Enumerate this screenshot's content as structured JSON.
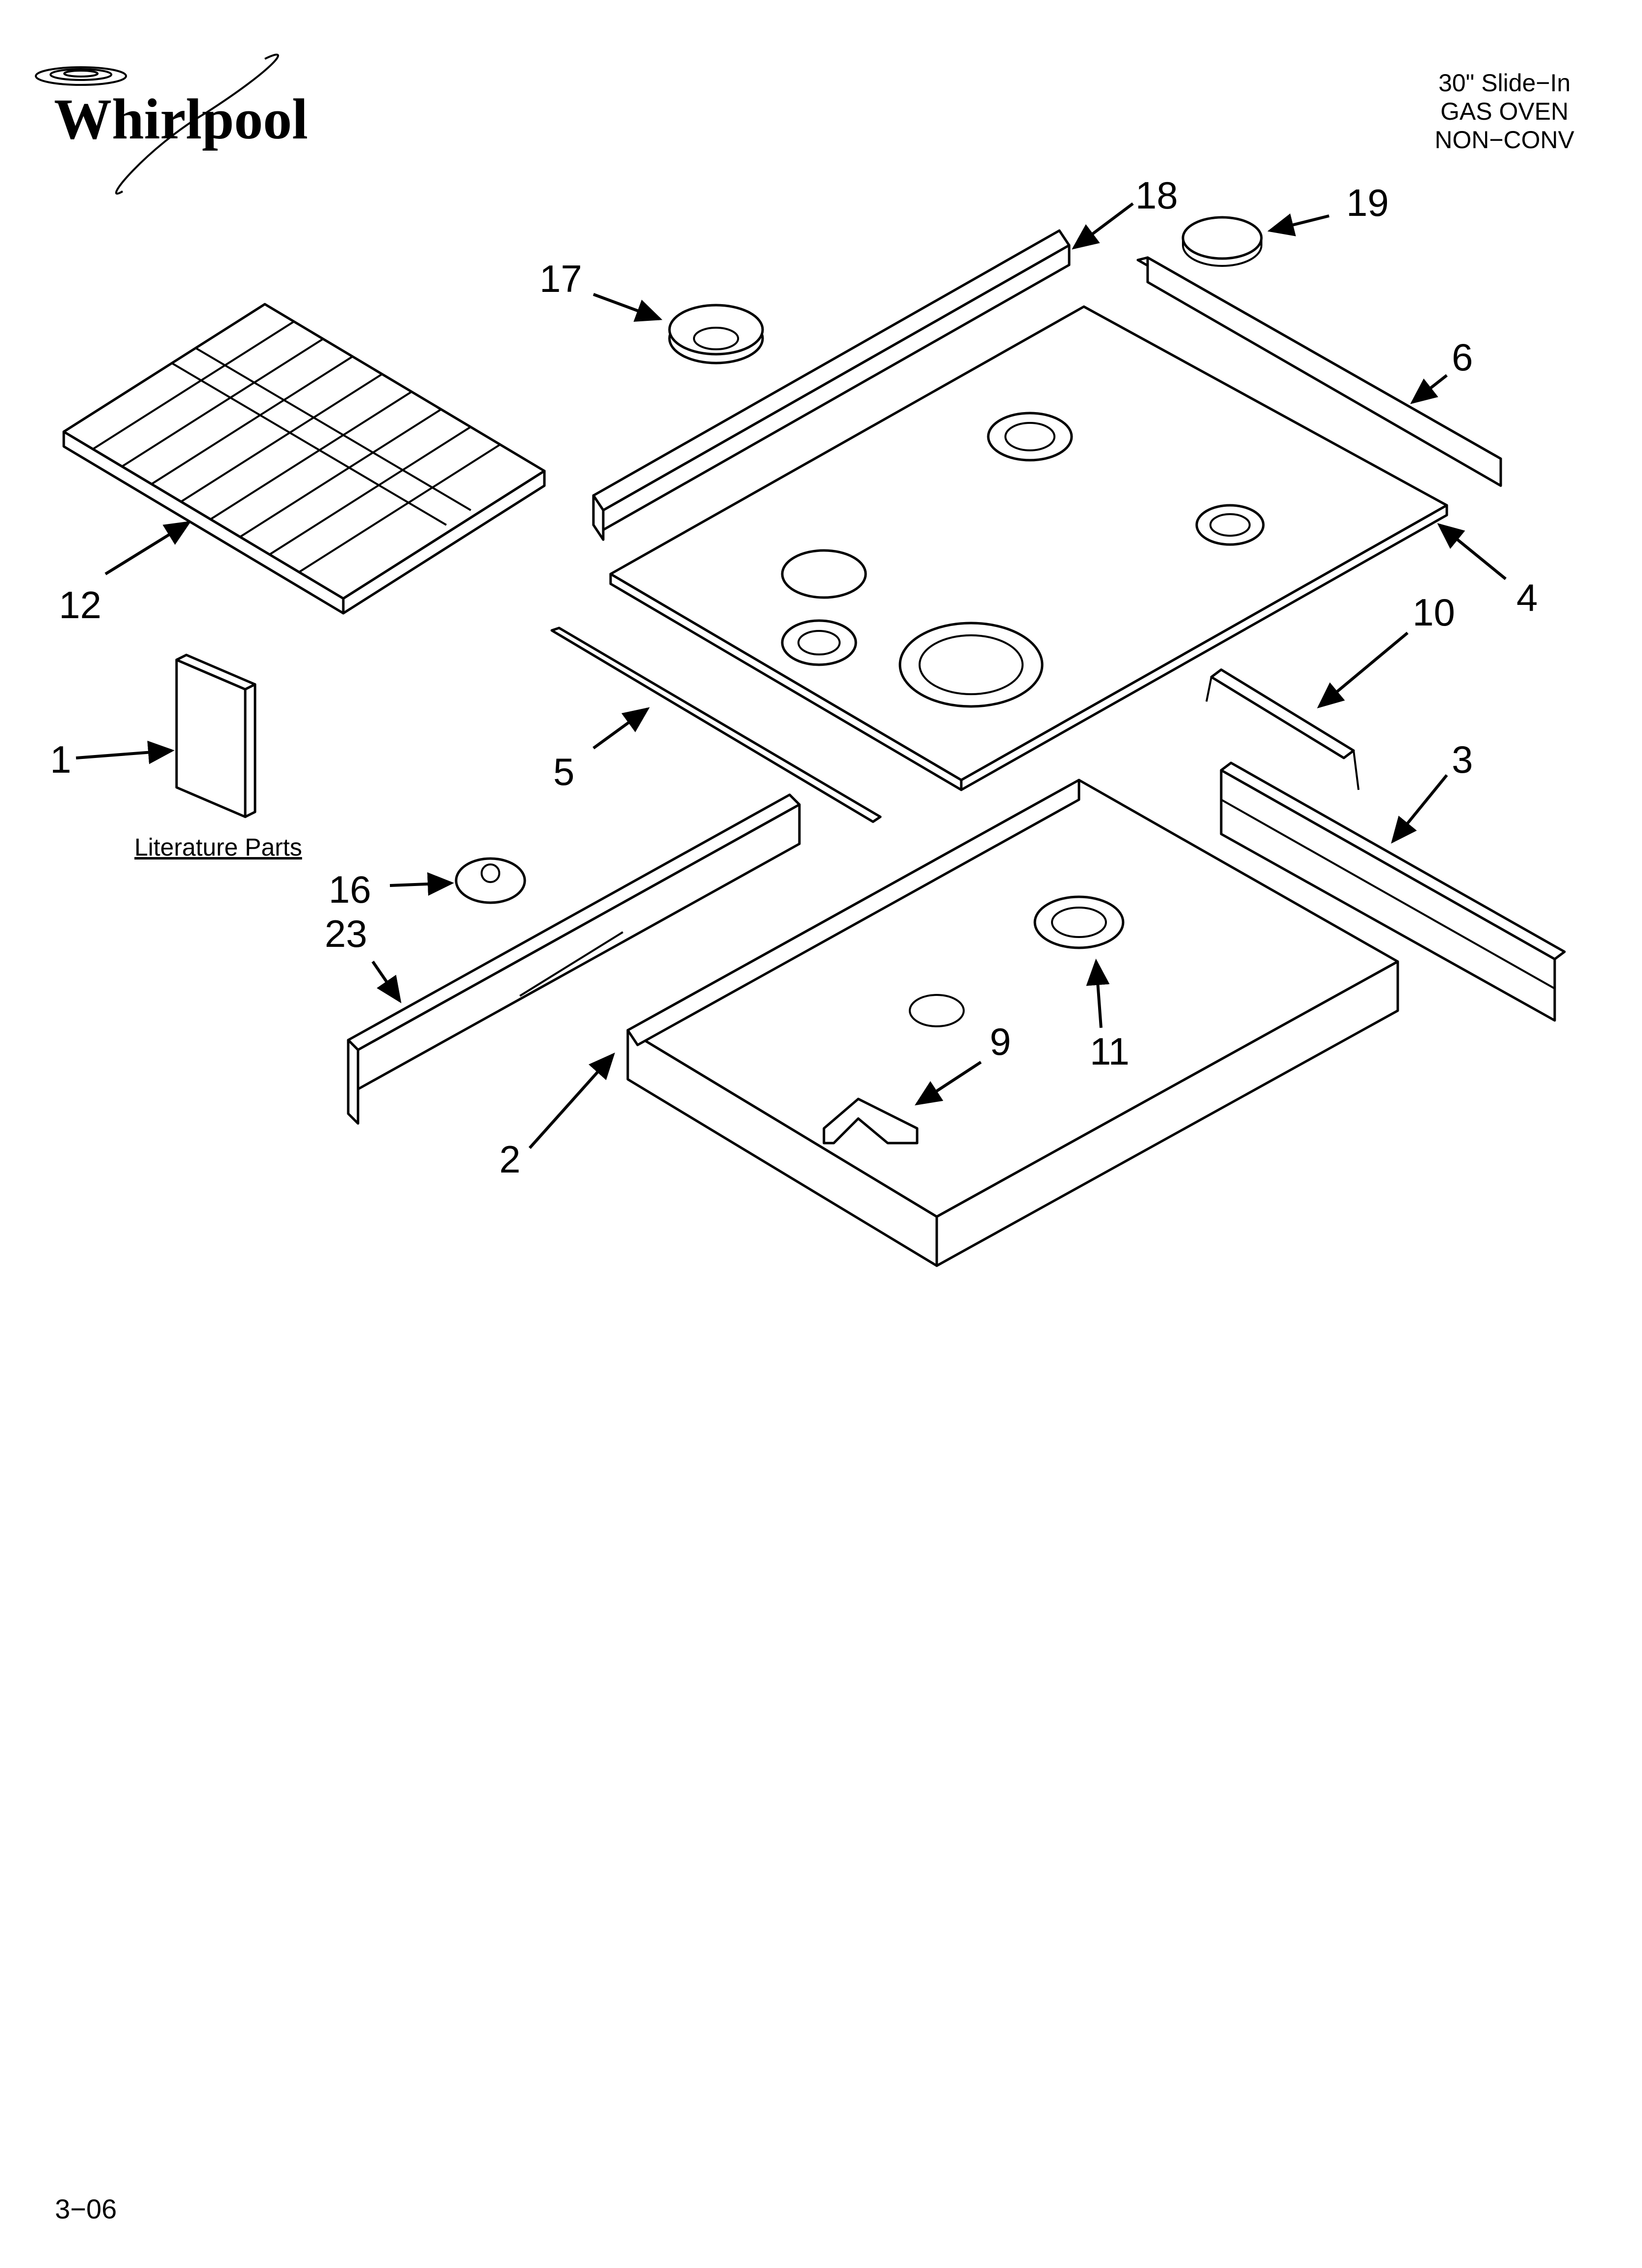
{
  "brand": {
    "logo_text": "Whirlpool"
  },
  "model": {
    "line1": "30\" Slide−In",
    "line2": "GAS OVEN",
    "line3": "NON−CONV"
  },
  "literature_label": "Literature Parts",
  "revision": "3−06",
  "callouts": {
    "c1": "1",
    "c2": "2",
    "c3": "3",
    "c4": "4",
    "c5": "5",
    "c6": "6",
    "c9": "9",
    "c10": "10",
    "c11": "11",
    "c12": "12",
    "c16": "16",
    "c17": "17",
    "c18": "18",
    "c19": "19",
    "c23": "23"
  }
}
